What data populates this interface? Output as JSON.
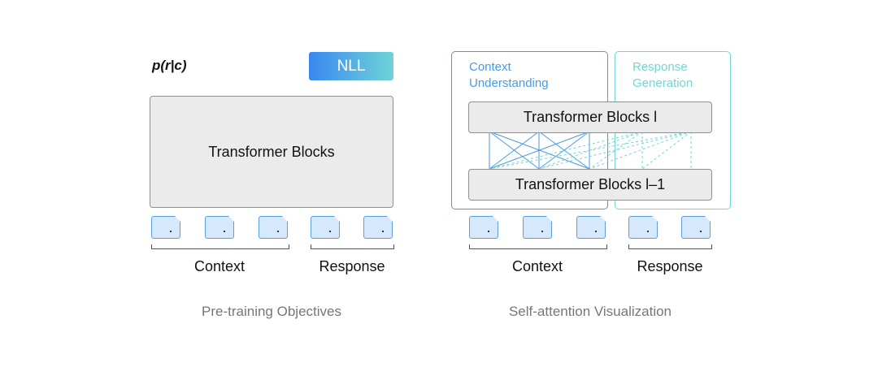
{
  "left": {
    "prob_label": "p(r|c)",
    "nll_label": "NLL",
    "block_label": "Transformer Blocks",
    "context_label": "Context",
    "response_label": "Response",
    "caption": "Pre-training Objectives"
  },
  "right": {
    "context_region_title": "Context\nUnderstanding",
    "response_region_title": "Response\nGeneration",
    "block_top_label": "Transformer Blocks l",
    "block_bottom_label": "Transformer Blocks l–1",
    "context_label": "Context",
    "response_label": "Response",
    "caption": "Self-attention Visualization"
  },
  "colors": {
    "context_blue": "#4a9ae3",
    "response_teal": "#73d6d3",
    "token_fill": "#d6e8fb",
    "block_fill": "#ebebeb"
  }
}
